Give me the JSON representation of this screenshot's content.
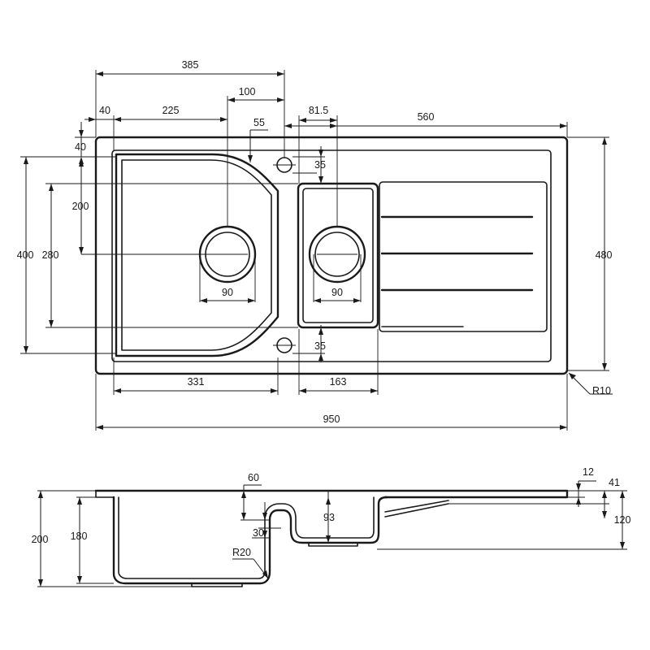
{
  "plan": {
    "w385": "385",
    "w100": "100",
    "w40": "40",
    "w225": "225",
    "w55": "55",
    "w81_5": "81.5",
    "w560": "560",
    "h40": "40",
    "h35_top": "35",
    "h200": "200",
    "h400": "400",
    "h280": "280",
    "h480": "480",
    "d90_left": "90",
    "d90_right": "90",
    "h35_bottom": "35",
    "w331": "331",
    "w163": "163",
    "r10": "R10",
    "w950": "950"
  },
  "section": {
    "h60": "60",
    "h12": "12",
    "h41": "41",
    "h93": "93",
    "h30": "30",
    "h120": "120",
    "h200": "200",
    "h180": "180",
    "r20": "R20"
  }
}
